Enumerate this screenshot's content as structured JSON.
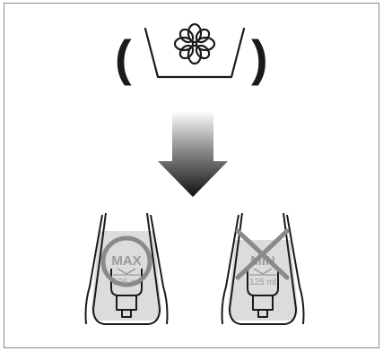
{
  "symbol": {
    "open_paren": "(",
    "close_paren": ")",
    "meaning_icon": "delicate-wash-bowl-icon"
  },
  "arrow_icon": "down-arrow-gradient-icon",
  "tanks": [
    {
      "state": "correct",
      "max_label": "MAX",
      "volume_label": "125 ml",
      "marker_icon": "circle-ok-icon"
    },
    {
      "state": "incorrect",
      "min_label": "MIN",
      "volume_label": "125 ml",
      "marker_icon": "cross-not-ok-icon"
    }
  ],
  "colors": {
    "ink": "#1a1a1a",
    "liquid": "#dcdcdc",
    "marker": "#8a8a8a",
    "frame": "#8a8a8a"
  }
}
